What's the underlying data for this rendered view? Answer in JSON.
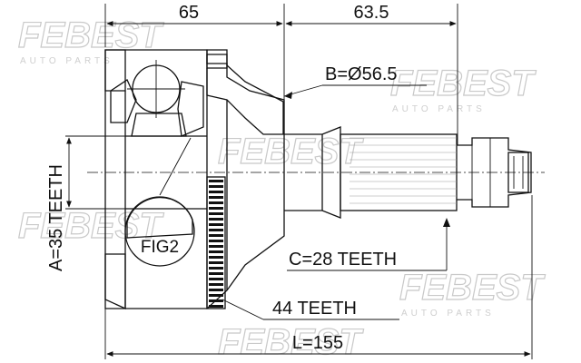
{
  "watermark": {
    "brand": "FEBEST",
    "sub": "AUTO PARTS"
  },
  "dimensions": {
    "top_left": "65",
    "top_right": "63.5",
    "overall": "L=155"
  },
  "callouts": {
    "b_diameter": "B=Ø56.5",
    "c_teeth": "C=28 TEETH",
    "abs_teeth": "44 TEETH",
    "a_teeth": "A=35 TEETH",
    "fig": "FIG2"
  }
}
